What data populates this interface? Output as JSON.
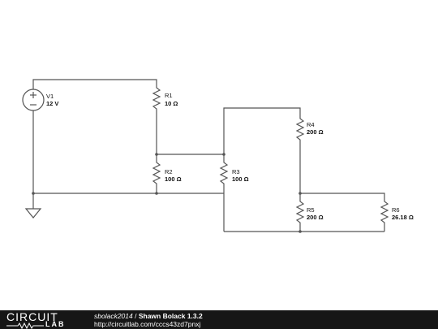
{
  "schematic": {
    "wire_color": "#555555",
    "components": [
      {
        "id": "V1",
        "kind": "voltage-source",
        "value": "12 V"
      },
      {
        "id": "R1",
        "kind": "resistor",
        "value": "10 Ω"
      },
      {
        "id": "R2",
        "kind": "resistor",
        "value": "100 Ω"
      },
      {
        "id": "R3",
        "kind": "resistor",
        "value": "100 Ω"
      },
      {
        "id": "R4",
        "kind": "resistor",
        "value": "200 Ω"
      },
      {
        "id": "R5",
        "kind": "resistor",
        "value": "200 Ω"
      },
      {
        "id": "R6",
        "kind": "resistor",
        "value": "26.18 Ω"
      }
    ],
    "ground_icon": "ground-icon"
  },
  "footer": {
    "logo_word": "CIRCUIT",
    "logo_sub": "LAB",
    "username": "sbolack2014",
    "separator": " / ",
    "circuit_title": "Shawn Bolack 1.3.2",
    "url": "http://circuitlab.com/cccs43zd7pnxj",
    "background": "#161616"
  }
}
